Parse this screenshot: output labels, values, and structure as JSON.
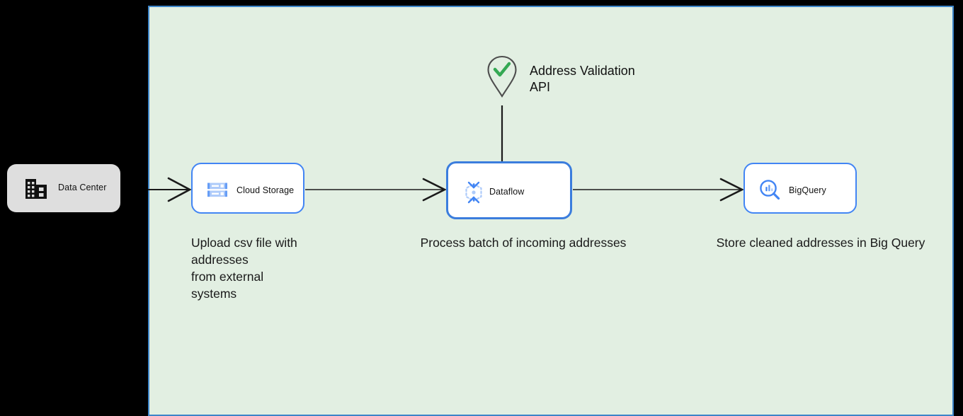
{
  "canvas": {
    "background_color": "#e2efe2",
    "border_color": "#3d85c8"
  },
  "nodes": [
    {
      "id": "datacenter",
      "label": "Data Center",
      "icon": "data-center-building-icon",
      "style": "gray-rounded-box",
      "fill": "#dedede"
    },
    {
      "id": "storage",
      "label": "Cloud Storage",
      "icon": "cloud-storage-icon",
      "style": "white-rounded-box",
      "border": "#4285f4",
      "selected": "false"
    },
    {
      "id": "dataflow",
      "label": "Dataflow",
      "icon": "dataflow-icon",
      "style": "white-rounded-box",
      "border": "#3b7ddd",
      "selected": "true"
    },
    {
      "id": "bigquery",
      "label": "BigQuery",
      "icon": "bigquery-icon",
      "style": "white-rounded-box",
      "border": "#4285f4",
      "selected": "false"
    }
  ],
  "external_service": {
    "label": "Address Validation\nAPI",
    "label_line1": "Address Validation",
    "label_line2": "API",
    "icon": "map-pin-check-icon",
    "pin_stroke_color": "#4d4d4d",
    "check_color": "#34a853"
  },
  "captions": {
    "storage": "Upload csv file with addresses\nfrom external\nsystems",
    "storage_lines": [
      "Upload csv file with",
      "addresses",
      "from external",
      "systems"
    ],
    "dataflow": "Process batch of incoming addresses",
    "bigquery": "Store cleaned addresses in Big Query"
  },
  "edges": [
    {
      "id": "edge-datacenter-storage",
      "from": "datacenter",
      "to": "storage",
      "arrow": "open",
      "color": "#1a1a1a"
    },
    {
      "id": "edge-storage-dataflow",
      "from": "storage",
      "to": "dataflow",
      "arrow": "open",
      "color": "#1a1a1a"
    },
    {
      "id": "edge-dataflow-bigquery",
      "from": "dataflow",
      "to": "bigquery",
      "arrow": "open",
      "color": "#1a1a1a"
    },
    {
      "id": "edge-validation-dataflow",
      "from": "validation-api",
      "to": "dataflow",
      "arrow": "none",
      "color": "#1a1a1a"
    }
  ]
}
